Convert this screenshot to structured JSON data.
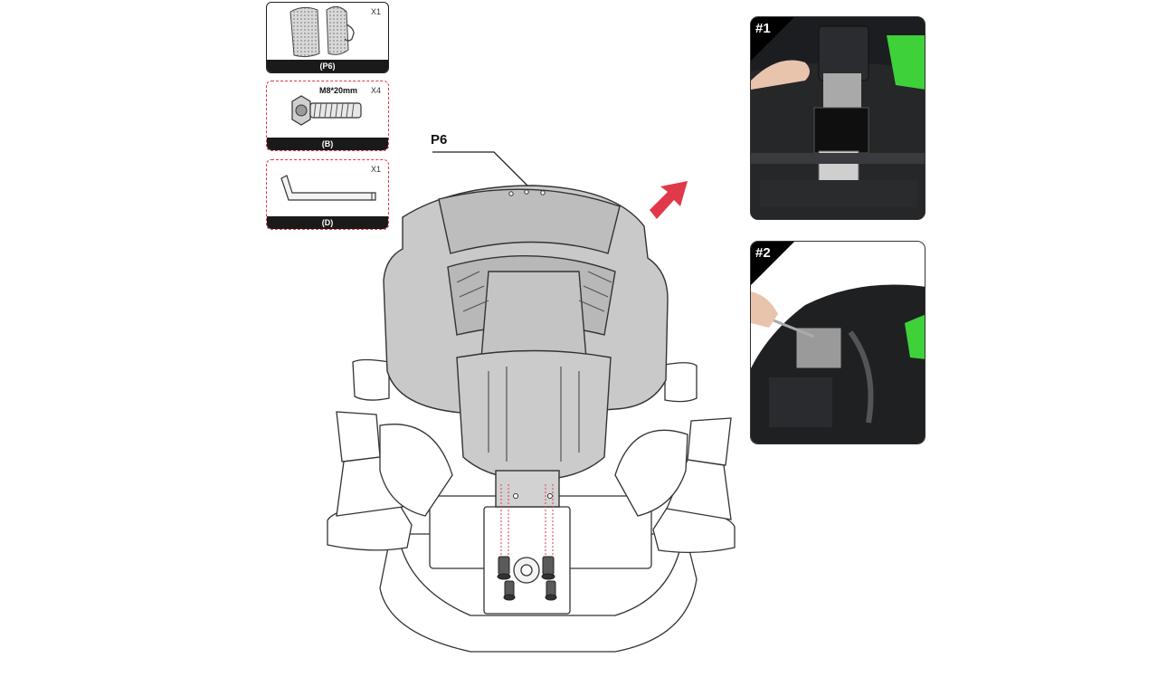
{
  "parts": [
    {
      "id": "p6",
      "label": "(P6)",
      "qty": "X1",
      "spec": ""
    },
    {
      "id": "b",
      "label": "(B)",
      "qty": "X4",
      "spec": "M8*20mm"
    },
    {
      "id": "d",
      "label": "(D)",
      "qty": "X1",
      "spec": ""
    }
  ],
  "callout_label": "P6",
  "steps": [
    {
      "label": "#1"
    },
    {
      "label": "#2"
    }
  ],
  "colors": {
    "accent_red": "#e0394a",
    "part_gray": "#c9c9c9",
    "outline": "#333333",
    "chair_green": "#3fd13a"
  }
}
